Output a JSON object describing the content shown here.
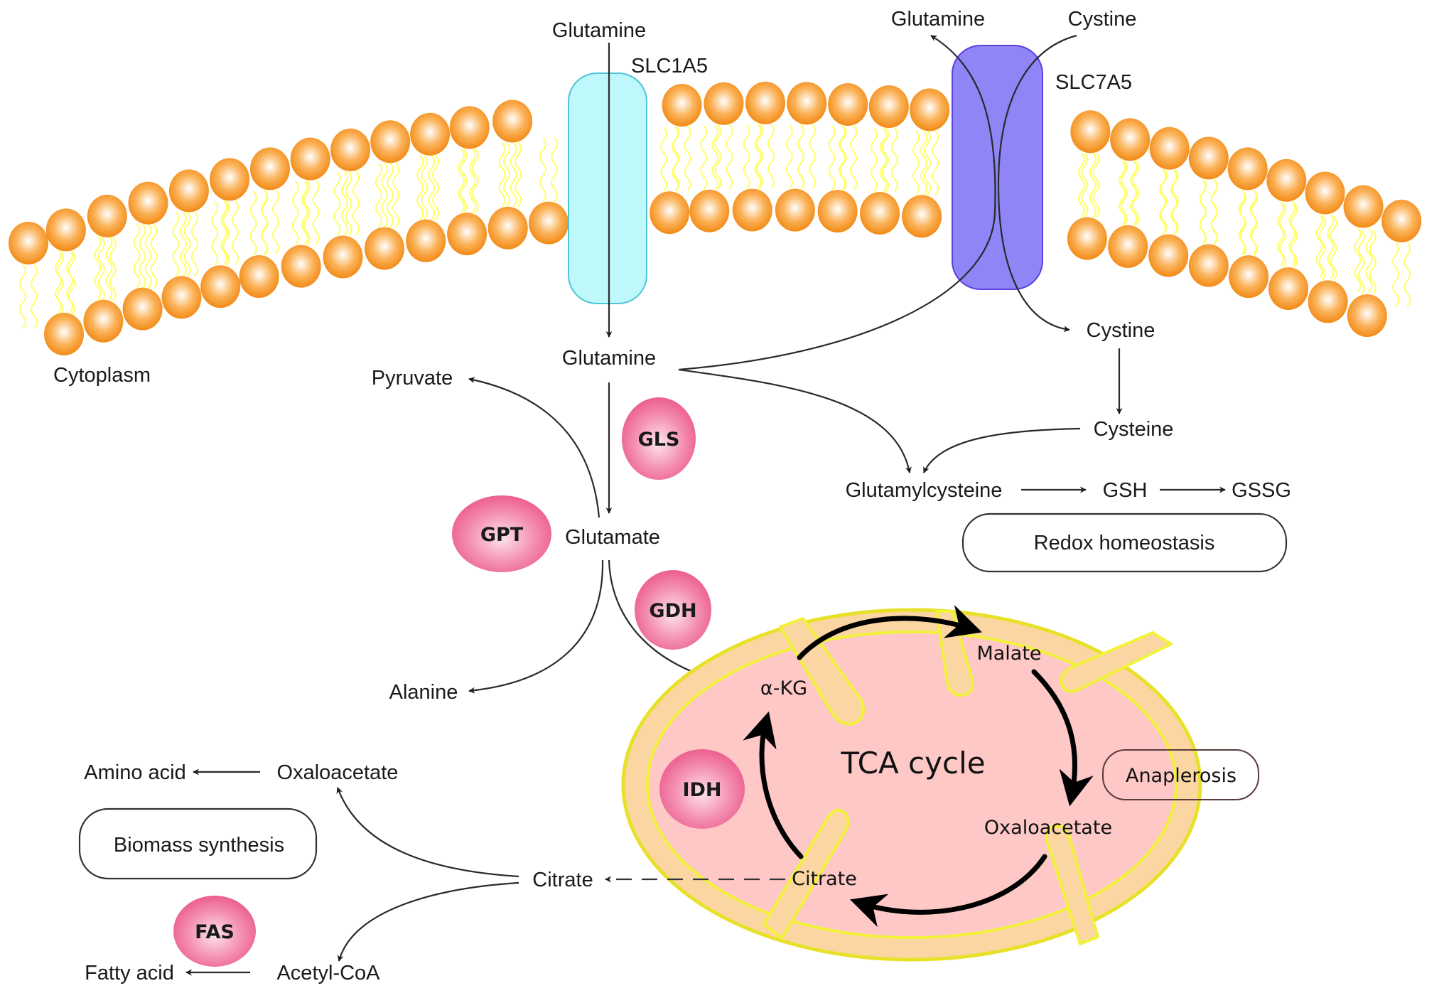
{
  "figure": {
    "regions": {
      "cytoplasm": "Cytoplasm"
    },
    "transporters": [
      {
        "name": "SLC1A5",
        "color": "#bff8fb",
        "border": "#4fc3d8"
      },
      {
        "name": "SLC7A5",
        "color": "#8f85f7",
        "border": "#5b3fe0"
      }
    ],
    "membrane_colors": {
      "head": "#f7931e",
      "tail": "#ffff66"
    },
    "metabolites": {
      "glutamine_extracellular_slc1a5": "Glutamine",
      "glutamine_export_slc7a5": "Glutamine",
      "cystine_extracellular": "Cystine",
      "glutamine_cytoplasm": "Glutamine",
      "pyruvate": "Pyruvate",
      "glutamate": "Glutamate",
      "alanine": "Alanine",
      "cystine_cytoplasm": "Cystine",
      "cysteine": "Cysteine",
      "glutamylcysteine": "Glutamylcysteine",
      "gsh": "GSH",
      "gssg": "GSSG",
      "alpha_kg": "α-KG",
      "malate": "Malate",
      "oxaloacetate_mito": "Oxaloacetate",
      "citrate_mito": "Citrate",
      "citrate_cyto": "Citrate",
      "oxaloacetate_cyto": "Oxaloacetate",
      "amino_acid": "Amino acid",
      "acetyl_coa": "Acetyl-CoA",
      "fatty_acid": "Fatty acid"
    },
    "enzymes": {
      "gls": "GLS",
      "gpt": "GPT",
      "gdh": "GDH",
      "idh": "IDH",
      "fas": "FAS"
    },
    "enzyme_color": "#f06292",
    "processes": {
      "redox": "Redox homeostasis",
      "biomass": "Biomass synthesis",
      "anaplerosis": "Anaplerosis",
      "tca": "TCA cycle"
    },
    "mitochondrion_colors": {
      "matrix": "#fdc8c6",
      "intermembrane": "#fcd6a2",
      "membrane": "#f2f23a"
    }
  }
}
